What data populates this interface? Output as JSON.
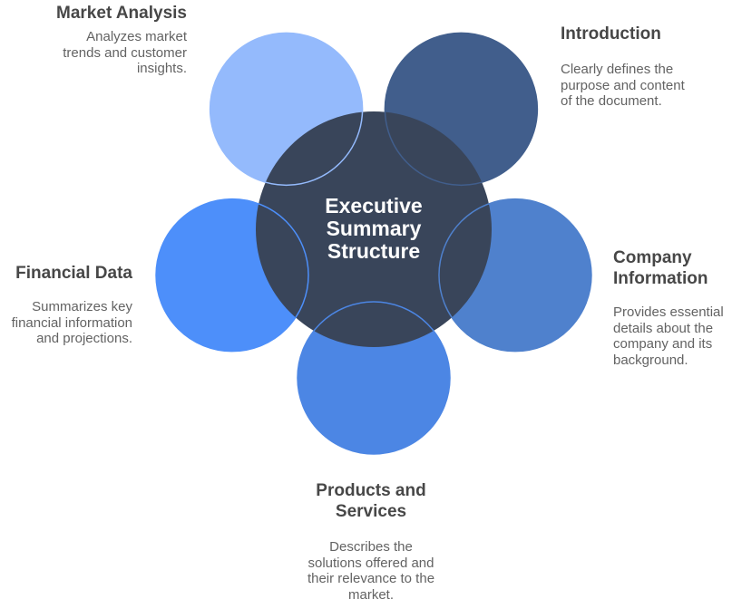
{
  "diagram": {
    "center": {
      "title": "Executive\nSummary\nStructure",
      "fill_color": "#39455A",
      "ring_color": "#FFFFFF",
      "text_color": "#FFFFFF"
    },
    "nodes": [
      {
        "id": "market-analysis",
        "label": "Market Analysis",
        "description": "Analyzes market\ntrends and customer\ninsights.",
        "color": "#94BAFC"
      },
      {
        "id": "introduction",
        "label": "Introduction",
        "description": "Clearly defines the\npurpose and content\nof the document.",
        "color": "#415E8C"
      },
      {
        "id": "financial-data",
        "label": "Financial Data",
        "description": "Summarizes key\nfinancial information\nand projections.",
        "color": "#4D8FFA"
      },
      {
        "id": "company-information",
        "label": "Company\nInformation",
        "description": "Provides essential\ndetails about the\ncompany and its\nbackground.",
        "color": "#4F81CD"
      },
      {
        "id": "products-services",
        "label": "Products and\nServices",
        "description": "Describes the\nsolutions offered and\ntheir relevance to the\nmarket.",
        "color": "#4C86E4"
      }
    ],
    "text_colors": {
      "heading": "#474747",
      "body": "#636363"
    }
  }
}
